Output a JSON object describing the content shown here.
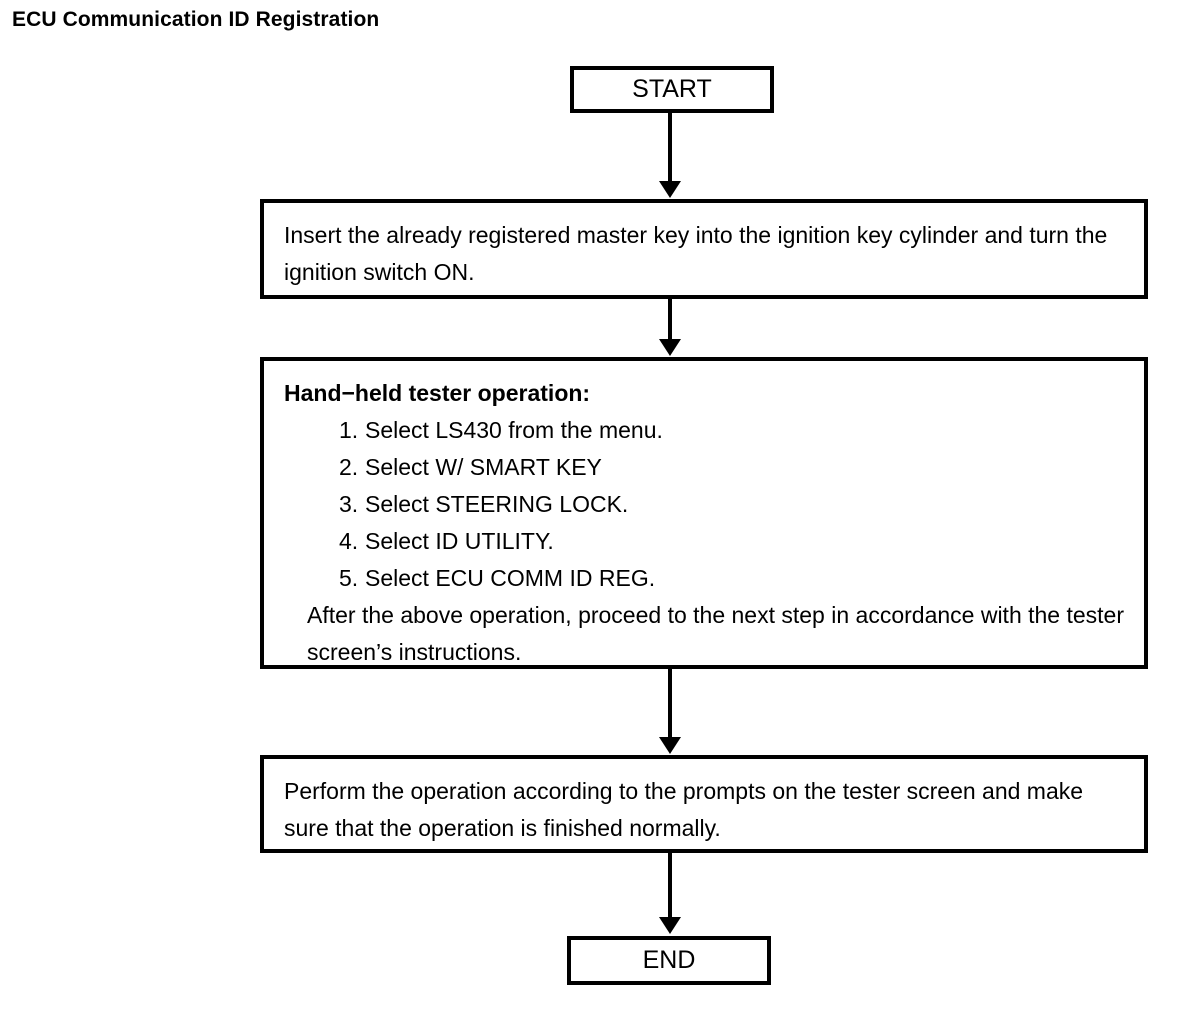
{
  "title": "ECU Communication ID Registration",
  "flowchart": {
    "type": "flowchart",
    "start_label": "START",
    "end_label": "END",
    "nodes": [
      {
        "id": "start",
        "shape": "terminal",
        "text": "START"
      },
      {
        "id": "ignition",
        "shape": "process",
        "text": "Insert the already registered master key into the ignition key cylinder and turn the ignition switch ON."
      },
      {
        "id": "tester",
        "shape": "process",
        "heading": "Hand−held tester operation:",
        "steps": [
          {
            "num": "1.",
            "text": "Select LS430 from the menu."
          },
          {
            "num": "2.",
            "text": "Select W/ SMART KEY"
          },
          {
            "num": "3.",
            "text": "Select STEERING LOCK."
          },
          {
            "num": "4.",
            "text": "Select ID UTILITY."
          },
          {
            "num": "5.",
            "text": "Select ECU COMM ID REG."
          }
        ],
        "note": "After the above operation, proceed to the next step in accordance with the tester screen’s instructions."
      },
      {
        "id": "verify",
        "shape": "process",
        "text": "Perform the operation according to the prompts on the tester screen and make sure that the operation is finished normally."
      },
      {
        "id": "end",
        "shape": "terminal",
        "text": "END"
      }
    ],
    "edges": [
      {
        "from": "start",
        "to": "ignition",
        "arrow": "down"
      },
      {
        "from": "ignition",
        "to": "tester",
        "arrow": "down"
      },
      {
        "from": "tester",
        "to": "verify",
        "arrow": "down"
      },
      {
        "from": "verify",
        "to": "end",
        "arrow": "down"
      }
    ],
    "colors": {
      "stroke": "#000000",
      "fill": "#ffffff",
      "text": "#000000"
    }
  }
}
